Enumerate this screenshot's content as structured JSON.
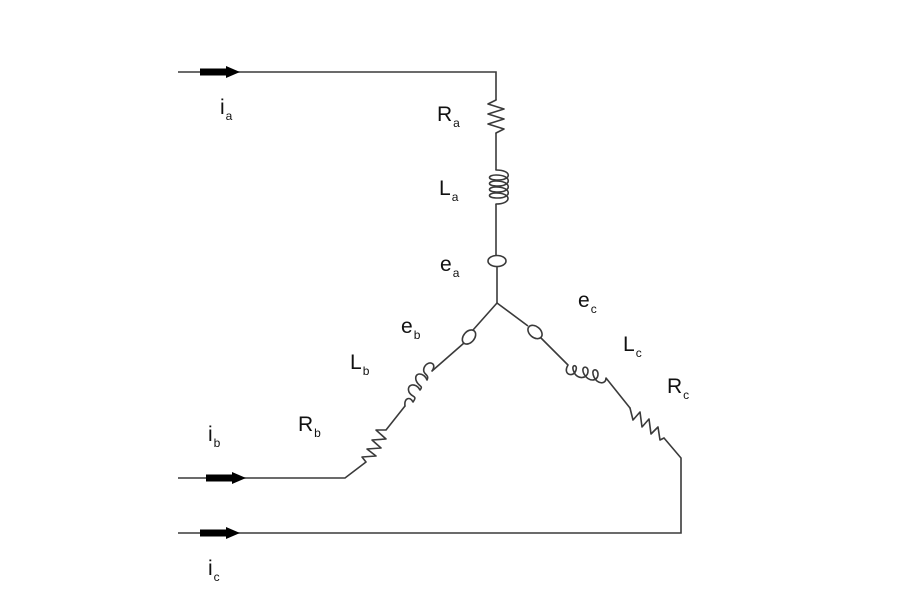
{
  "labels": {
    "ia": {
      "main": "i",
      "sub": "a"
    },
    "ib": {
      "main": "i",
      "sub": "b"
    },
    "ic": {
      "main": "i",
      "sub": "c"
    },
    "Ra": {
      "main": "R",
      "sub": "a"
    },
    "La": {
      "main": "L",
      "sub": "a"
    },
    "ea": {
      "main": "e",
      "sub": "a"
    },
    "Rb": {
      "main": "R",
      "sub": "b"
    },
    "Lb": {
      "main": "L",
      "sub": "b"
    },
    "eb": {
      "main": "e",
      "sub": "b"
    },
    "Rc": {
      "main": "R",
      "sub": "c"
    },
    "Lc": {
      "main": "L",
      "sub": "c"
    },
    "ec": {
      "main": "e",
      "sub": "c"
    }
  },
  "colors": {
    "wire": "#3a3a3a",
    "arrow": "#000000",
    "text": "#111111"
  }
}
